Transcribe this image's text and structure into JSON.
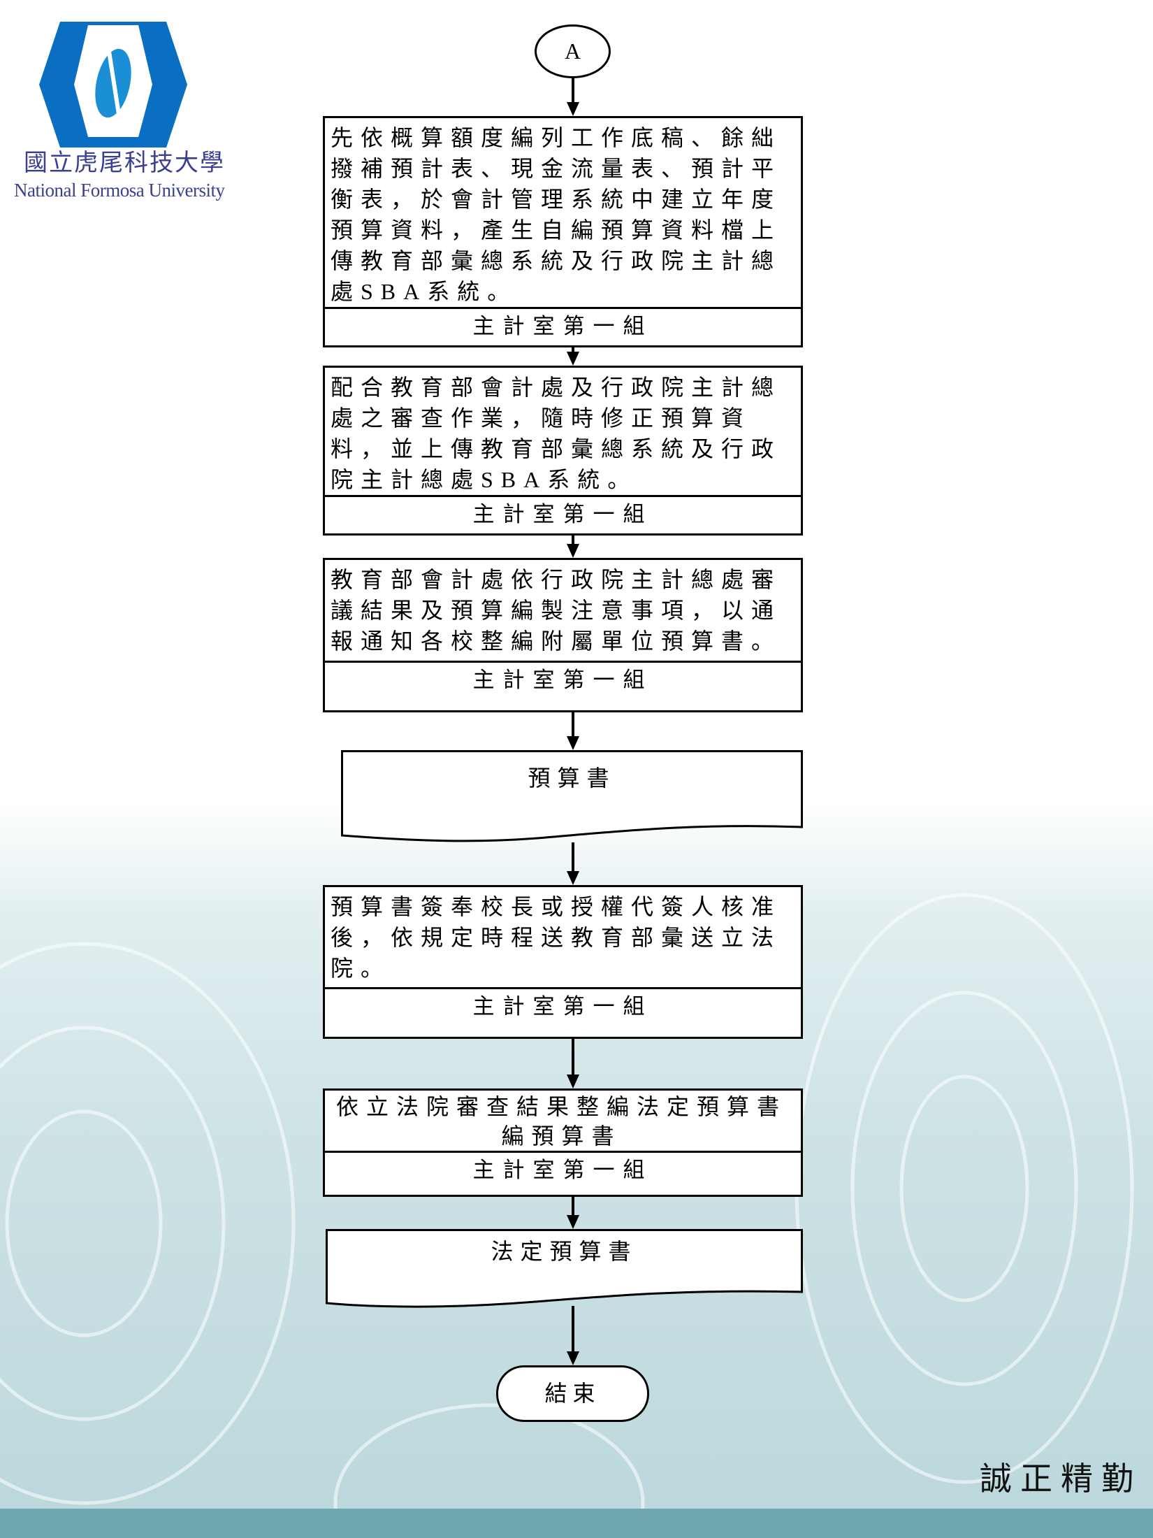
{
  "header": {
    "logo_text_cn": "國立虎尾科技大學",
    "logo_text_en": "National Formosa University",
    "brand_color": "#0a6fc2"
  },
  "flowchart": {
    "connector_start": "A",
    "steps": [
      {
        "text": "先依概算額度編列工作底稿、餘絀撥補預計表、現金流量表、預計平衡表，於會計管理系統中建立年度預算資料，產生自編預算資料檔上傳教育部彙總系統及行政院主計總處SBA系統。",
        "owner": "主計室第一組"
      },
      {
        "text": "配合教育部會計處及行政院主計總處之審查作業，隨時修正預算資料，並上傳教育部彙總系統及行政院主計總處SBA系統。",
        "owner": "主計室第一組"
      },
      {
        "text": "教育部會計處依行政院主計總處審議結果及預算編製注意事項，以通報通知各校整編附屬單位預算書。",
        "owner": "主計室第一組"
      },
      {
        "document": "預算書"
      },
      {
        "text": "預算書簽奉校長或授權代簽人核准後，依規定時程送教育部彙送立法院。",
        "owner": "主計室第一組"
      },
      {
        "text_line1": "依立法院審查結果整編法定預算書",
        "text_line2": "編預算書",
        "owner": "主計室第一組"
      },
      {
        "document": "法定預算書"
      }
    ],
    "terminal_end": "結束"
  },
  "footer": {
    "motto": "誠正精勤",
    "band_color": "#6fa8b0"
  }
}
